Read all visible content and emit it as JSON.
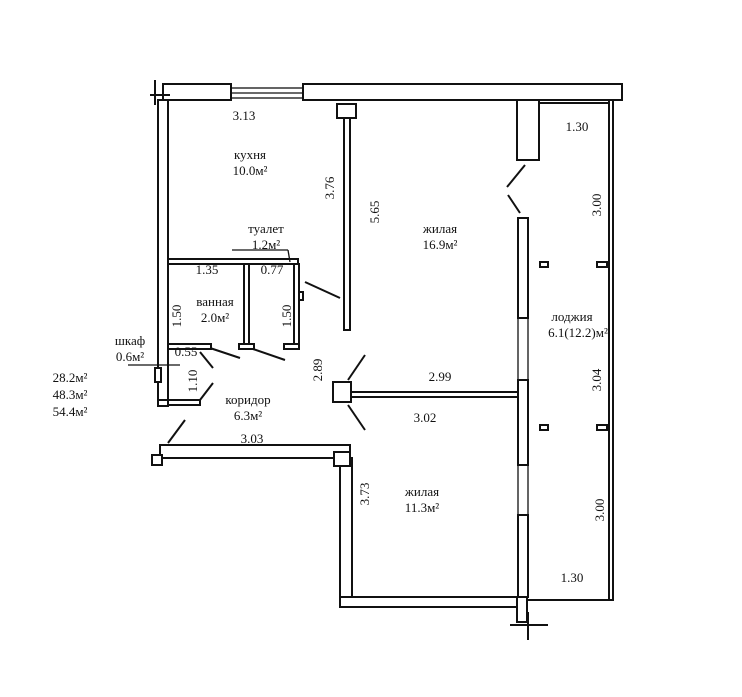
{
  "rooms": {
    "kitchen": {
      "name": "кухня",
      "area": "10.0м²"
    },
    "toilet": {
      "name": "туалет",
      "area": "1.2м²"
    },
    "bathroom": {
      "name": "ванная",
      "area": "2.0м²"
    },
    "closet": {
      "name": "шкаф",
      "area": "0.6м²"
    },
    "corridor": {
      "name": "коридор",
      "area": "6.3м²"
    },
    "living_large": {
      "name": "жилая",
      "area": "16.9м²"
    },
    "living_small": {
      "name": "жилая",
      "area": "11.3м²"
    },
    "loggia": {
      "name": "лоджия",
      "area": "6.1(12.2)м²"
    }
  },
  "dimensions": {
    "kitchen_width": "3.13",
    "kitchen_depth": "3.76",
    "living_large_depth": "5.65",
    "bath_width": "1.35",
    "toilet_width": "0.77",
    "bath_depth": "1.50",
    "toilet_depth": "1.50",
    "closet_width": "0.55",
    "closet_depth": "1.10",
    "corridor_depth": "2.89",
    "corridor_width": "3.03",
    "living_large_width": "2.99",
    "living_small_width": "3.02",
    "living_small_depth": "3.73",
    "loggia_top_width": "1.30",
    "loggia_top_len": "3.00",
    "loggia_mid_len": "3.04",
    "loggia_bottom_len": "3.00",
    "loggia_bottom_width": "1.30"
  },
  "totals": [
    "28.2м²",
    "48.3м²",
    "54.4м²"
  ]
}
